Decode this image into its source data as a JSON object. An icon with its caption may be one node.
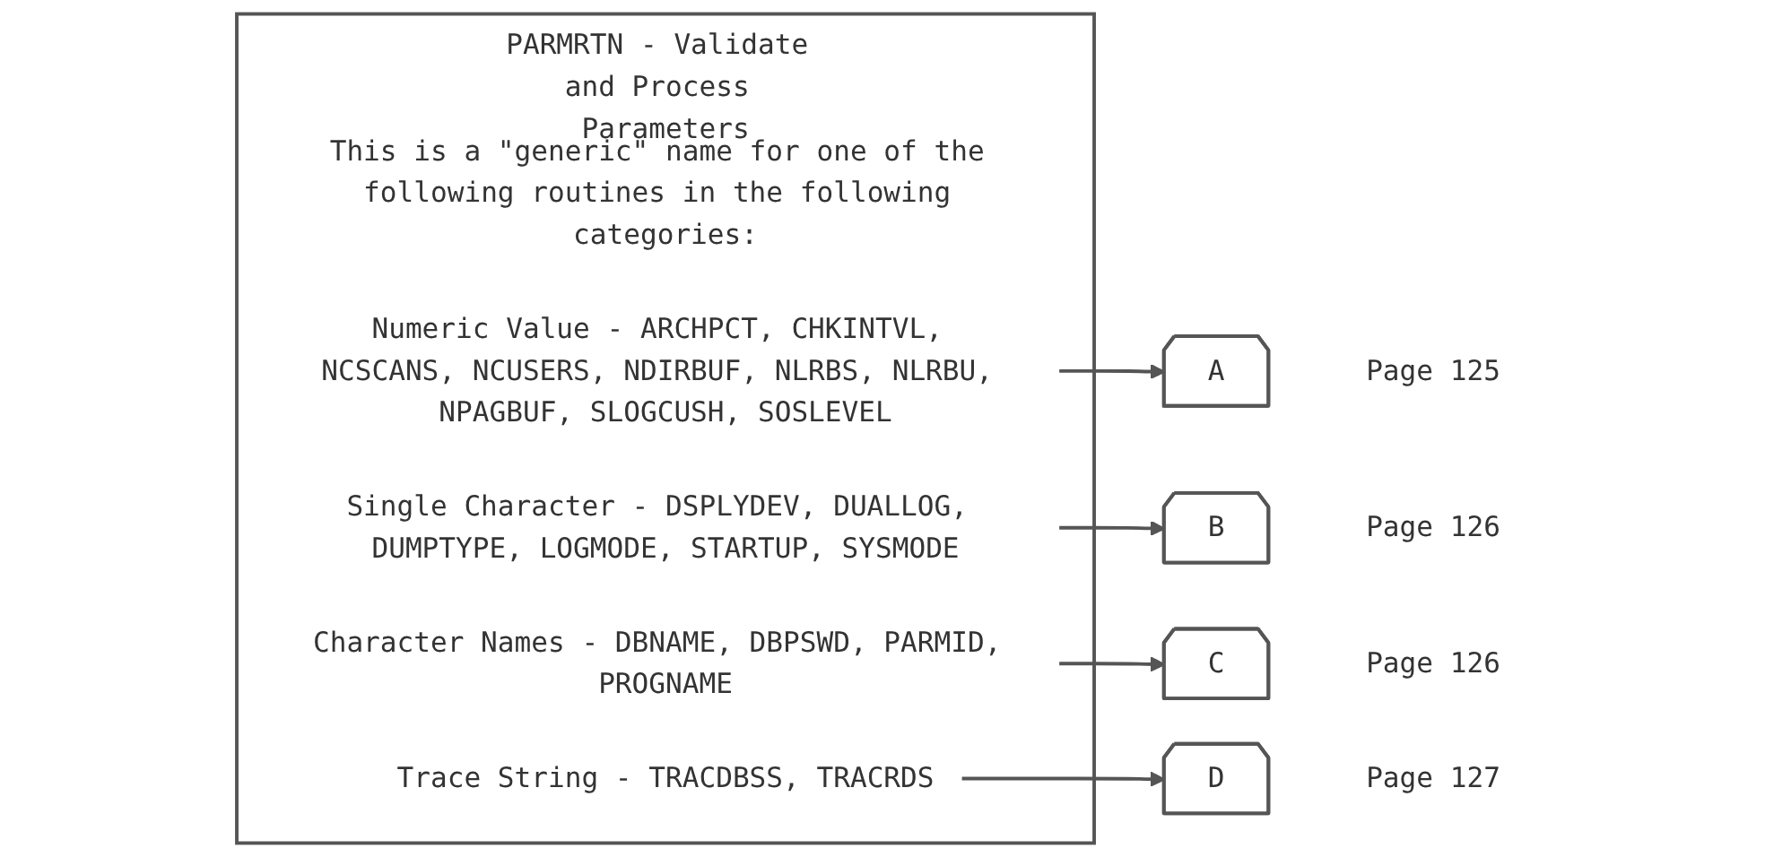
{
  "diagram": {
    "nodes": [
      {
        "text": [
          "PARMRTN - Validate and Process Parameters"
        ]
      },
      {
        "text": [
          "This is a \"generic\" name for one of the following routines in the following categories:"
        ],
        "in": 0
      },
      {
        "text": [
          "Numeric Value - ARCHPCT, CHKINTVL, NCSCANS, NCUSERS, NDIRBUF, NLRBS, NLRBU, NPAGBUF, SLOGCUSH, SOSLEVEL"
        ],
        "in": 0
      },
      {
        "text": [
          "Single Character - DSPLYDEV, DUALLOG, DUMPTYPE, LOGMODE, STARTUP, SYSMODE"
        ],
        "in": 0
      },
      {
        "text": [
          "Character Names - DBNAME, DBPSWD, PARMID, PROGNAME"
        ],
        "in": 0
      },
      {
        "text": [
          "Trace String - TRACDBSS, TRACRDS"
        ],
        "in": 0
      },
      {
        "text": [
          "A"
        ],
        "beside": [
          "Page 125"
        ]
      },
      {
        "text": [
          "B"
        ],
        "beside": [
          "Page 126"
        ]
      },
      {
        "text": [
          "C"
        ],
        "beside": [
          "Page 126"
        ]
      },
      {
        "text": [
          "D"
        ],
        "beside": [
          "Page 127"
        ]
      }
    ],
    "edges": [
      {
        "from": 2,
        "to": 6,
        "arrow": "to"
      },
      {
        "from": 3,
        "to": 7,
        "arrow": "to"
      },
      {
        "from": 4,
        "to": 8,
        "arrow": "to"
      },
      {
        "from": 5,
        "to": 9,
        "arrow": "to"
      }
    ]
  }
}
